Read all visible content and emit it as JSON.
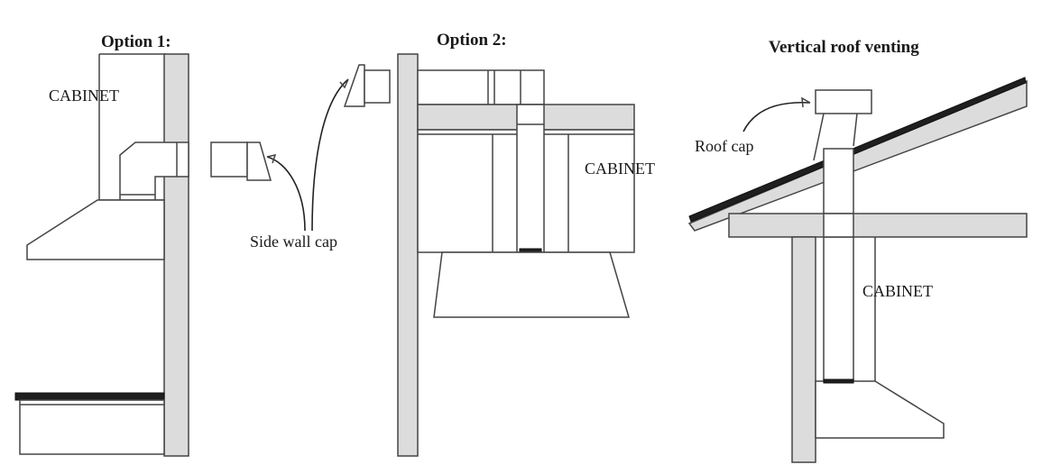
{
  "options": [
    {
      "title": "Option 1:",
      "cabinet_label": "CABINET"
    },
    {
      "title": "Option 2:",
      "cabinet_label": "CABINET"
    },
    {
      "title": "Vertical roof venting",
      "cabinet_label": "CABINET"
    }
  ],
  "callouts": {
    "side_wall_cap": "Side wall cap",
    "roof_cap": "Roof cap"
  }
}
